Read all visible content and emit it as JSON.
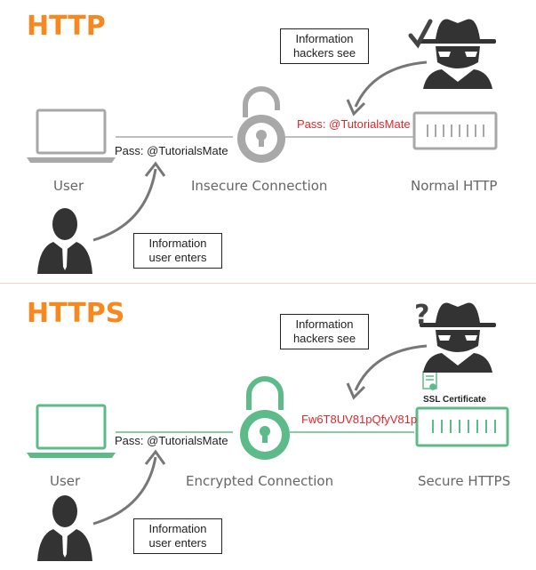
{
  "http": {
    "title": "HTTP",
    "user_label": "User",
    "connection_label": "Insecure Connection",
    "server_label": "Normal HTTP",
    "user_pass": "Pass: @TutorialsMate",
    "hacker_pass": "Pass: @TutorialsMate",
    "hacker_callout": [
      "Information",
      "hackers see"
    ],
    "user_callout": [
      "Information",
      "user enters"
    ],
    "hacker_mark": "check-icon"
  },
  "https": {
    "title": "HTTPS",
    "user_label": "User",
    "connection_label": "Encrypted Connection",
    "server_label": "Secure HTTPS",
    "user_pass": "Pass: @TutorialsMate",
    "hacker_pass": "Fw6T8UV81pQfyV81p",
    "hacker_callout": [
      "Information",
      "hackers see"
    ],
    "user_callout": [
      "Information",
      "user enters"
    ],
    "ssl_label": "SSL Certificate",
    "hacker_mark": "?"
  },
  "colors": {
    "title": "#f7881f",
    "insecure": "#a8a8a8",
    "secure": "#5dbb8a",
    "hacker_text": "#e0272b"
  }
}
